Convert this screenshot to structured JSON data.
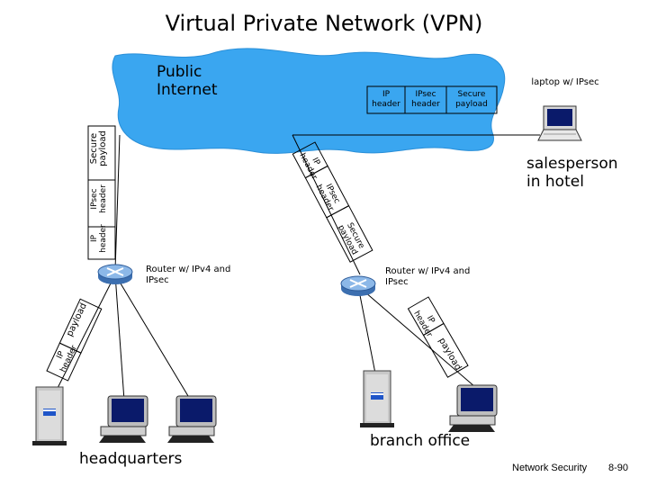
{
  "slide": {
    "title": "Virtual Private Network (VPN)",
    "footer_title": "Network Security",
    "footer_page": "8-90"
  },
  "cloud": {
    "label": "Public Internet"
  },
  "top_packet": {
    "ip_header": "IP header",
    "ipsec_header": "IPsec header",
    "secure_payload": "Secure payload"
  },
  "left_tunnel_packet": {
    "ip_header": "IP header",
    "ipsec_header": "IPsec header",
    "secure_payload": "Secure payload"
  },
  "right_tunnel_packet": {
    "ip_header": "IP header",
    "ipsec_header": "IPsec header",
    "secure_payload": "Secure payload"
  },
  "hq_lan_packet": {
    "ip_header": "IP header",
    "payload": "payload"
  },
  "branch_lan_packet": {
    "ip_header": "IP header",
    "payload": "payload"
  },
  "laptop": {
    "label": "laptop w/ IPsec"
  },
  "salesperson": {
    "label": "salesperson in hotel"
  },
  "router_left": {
    "label": "Router w/ IPv4 and IPsec"
  },
  "router_right": {
    "label": "Router w/ IPv4 and IPsec"
  },
  "sites": {
    "headquarters": "headquarters",
    "branch": "branch office"
  },
  "colors": {
    "cloud": "#3aa6f0",
    "router": "#6fa0d8",
    "line": "#000000",
    "screen": "#0a1a6a"
  }
}
